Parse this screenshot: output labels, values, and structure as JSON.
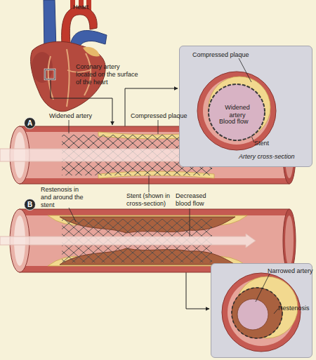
{
  "diagram": {
    "nodes": [
      {
        "text": [
          "Compressed plaque",
          "Widened artery",
          "Stent",
          "Artery cross-section"
        ]
      },
      {
        "text": [
          "A"
        ]
      },
      {
        "text": [
          "B"
        ]
      },
      {
        "text": [
          "Narrowed artery",
          "Restenosis"
        ]
      }
    ],
    "labels": [
      "Heart",
      "Coronary artery located on the surface of the heart",
      "Widened artery",
      "Compressed plaque",
      "Blood flow",
      "Restenosis in and around the stent",
      "Stent (shown in cross-section)",
      "Decreased blood flow"
    ]
  }
}
